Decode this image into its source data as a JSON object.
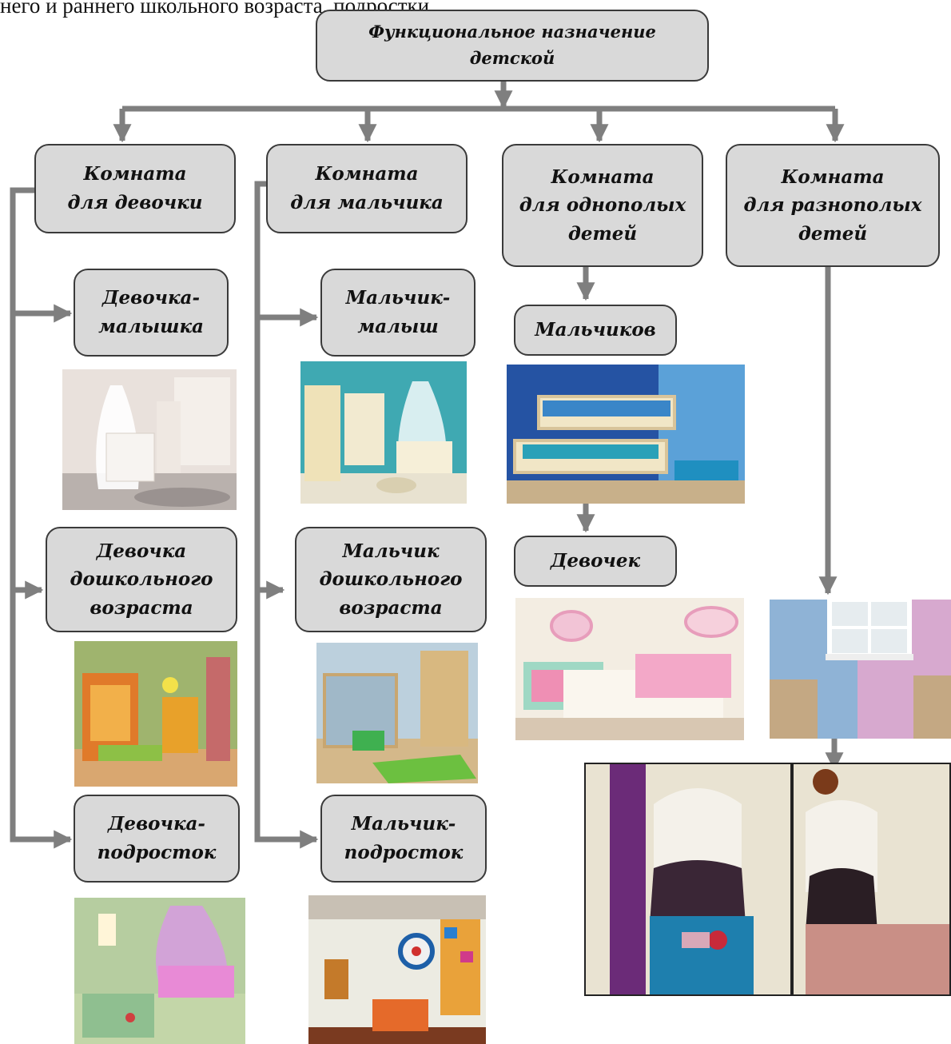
{
  "intro_text": "него и раннего школьного возраста, подростки.",
  "root": "Функциональное назначение\nдетской",
  "categories": {
    "girl": "Комната\nдля девочки",
    "boy": "Комната\nдля мальчика",
    "same_sex": "Комната\nдля однополых\nдетей",
    "mixed": "Комната\nдля разнополых\nдетей"
  },
  "girl_items": {
    "baby": "Девочка-\nмалышка",
    "preschool": "Девочка\nдошкольного\nвозраста",
    "teen": "Девочка-\nподросток"
  },
  "boy_items": {
    "baby": "Мальчик-\nмалыш",
    "preschool": "Мальчик\nдошкольного\nвозраста",
    "teen": "Мальчик-\nподросток"
  },
  "same_sex_items": {
    "boys": "Мальчиков",
    "girls": "Девочек"
  },
  "colors": {
    "box_fill": "#d9d9d9",
    "box_border": "#3a3a3a",
    "arrow": "#7f7f7f"
  },
  "photos": [
    "girl-baby-room-photo",
    "girl-preschool-room-photo",
    "girl-teen-room-photo",
    "boy-baby-room-photo",
    "boy-preschool-room-photo",
    "boy-teen-room-photo",
    "boys-shared-room-photo",
    "girls-shared-room-photo",
    "mixed-room-photo",
    "mixed-room-large-photo"
  ]
}
